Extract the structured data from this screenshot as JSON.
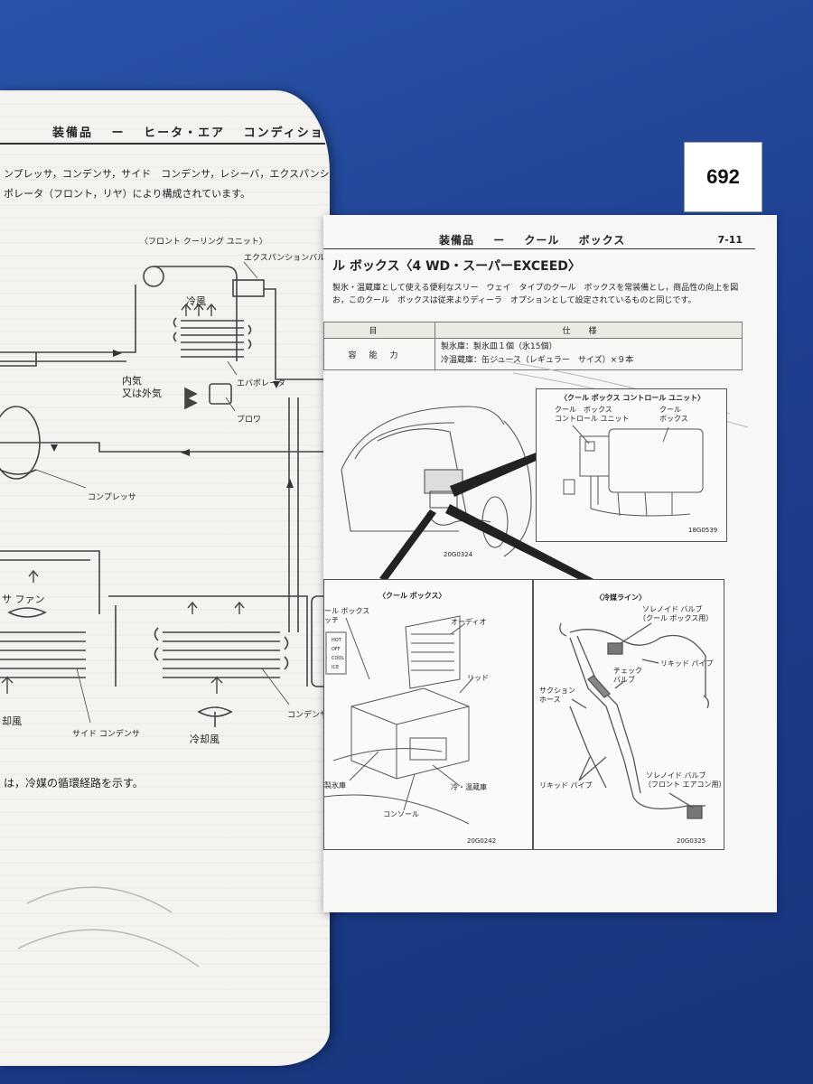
{
  "sticker": "692",
  "left_page": {
    "header": [
      "装備品",
      "ー",
      "ヒータ・エア",
      "コンディショナ"
    ],
    "lines": [
      "ンプレッサ，コンデンサ，サイド　コンデンサ，レシーバ，エクスパンシ",
      "ポレータ（フロント，リヤ）により構成されています。"
    ],
    "diagram_caption": "〈フロント クーリング ユニット〉",
    "labels": {
      "expansion_valve": "エクスパンションバルブ",
      "cold_air": "冷風",
      "evaporator": "エバポレータ",
      "inside_air": "内気",
      "outside_air": "又は外気",
      "blower": "ブロワ",
      "compressor": "コンプレッサ",
      "condenser_fan": "サ ファン",
      "cooling_air_1": "却風",
      "cooling_air_2": "冷却風",
      "side_condenser": "サイド コンデンサ",
      "condenser": "コンデンサ"
    },
    "note": "は，冷媒の循環経路を示す。"
  },
  "right_page": {
    "header": [
      "装備品",
      "ー",
      "クール",
      "ボックス"
    ],
    "page_number": "7-11",
    "title": "ル ボックス〈4 WD・スーパーEXCEED〉",
    "intro": [
      "製氷・温蔵庫として使える便利なスリー　ウェイ　タイプのクール　ボックスを常装備とし，商品性の向上を図",
      "お，このクール　ボックスは従来よりディーラ　オプションとして設定されているものと同じです。"
    ],
    "spec": {
      "headers": [
        "目",
        "仕様"
      ],
      "item": "容能力",
      "values": [
        "製氷庫：製氷皿１個（氷15個）",
        "冷温蔵庫：缶ジュース（レギュラー　サイズ）×９本"
      ]
    },
    "main_code": "20G0324",
    "inset_control": {
      "title": "〈クール ボックス コントロール ユニット〉",
      "label_unit": [
        "クール　ボックス",
        "コントロール ユニット"
      ],
      "label_box": [
        "クール",
        "ボックス"
      ],
      "code": "18G0539"
    },
    "inset_box": {
      "title": "〈クール ボックス〉",
      "switch": [
        "ール ボックス",
        "ッチ"
      ],
      "switch_modes": [
        "HOT",
        "OFF",
        "COOL",
        "ICE"
      ],
      "audio": "オーディオ",
      "lid": "リッド",
      "ice": "製氷庫",
      "console": "コンソール",
      "cold_warm": "冷・温蔵庫",
      "code": "20G0242"
    },
    "inset_line": {
      "title": "〈冷媒ライン〉",
      "solenoid_1": [
        "ソレノイド バルブ",
        "（クール ボックス用）"
      ],
      "liquid_1": "リキッド パイプ",
      "check_valve": [
        "チェック",
        "バルブ"
      ],
      "suction": [
        "サクション",
        "ホース"
      ],
      "liquid_2": "リキッド パイプ",
      "solenoid_2": [
        "ソレノイド バルブ",
        "（フロント エアコン用）"
      ],
      "code": "20G0325"
    }
  }
}
